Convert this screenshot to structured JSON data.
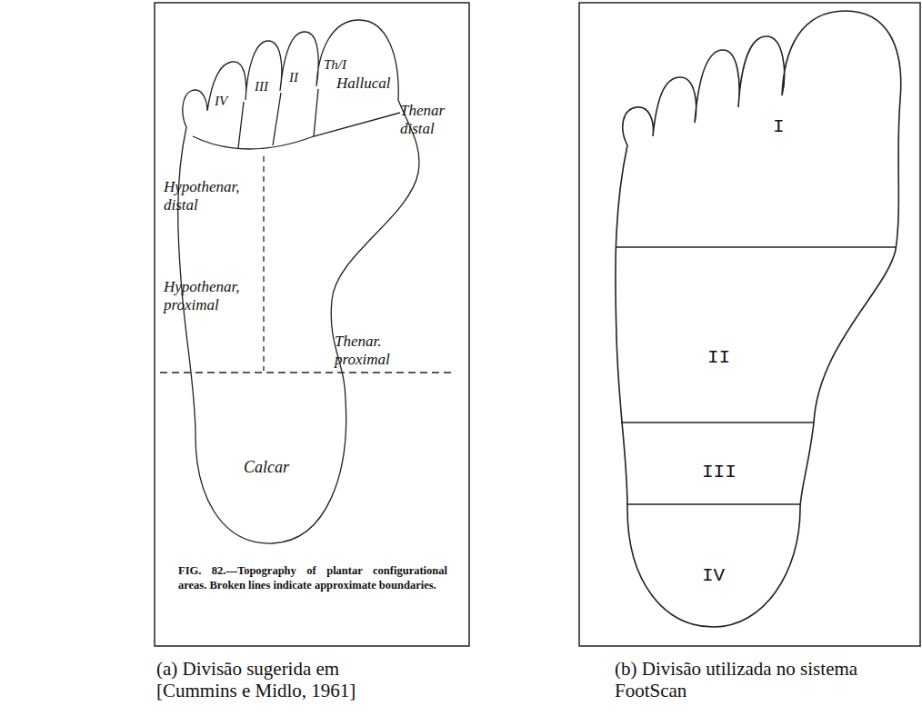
{
  "diagram": {
    "labels": [
      "IV",
      "III",
      "II",
      "Th/I",
      "Hallucal",
      "Thenar distal",
      "Hypothenar, distal",
      "Hypothenar, proximal",
      "Thenar. proximal",
      "Calcar",
      "FIG. 82.—Topography of plantar configurational areas. Broken lines indicate approximate boundaries.",
      "(a) Divisão sugerida em [Cummins e Midlo, 1961]",
      "I",
      "II",
      "III",
      "IV",
      "(b) Divisão utilizada no sistema FootScan"
    ]
  }
}
